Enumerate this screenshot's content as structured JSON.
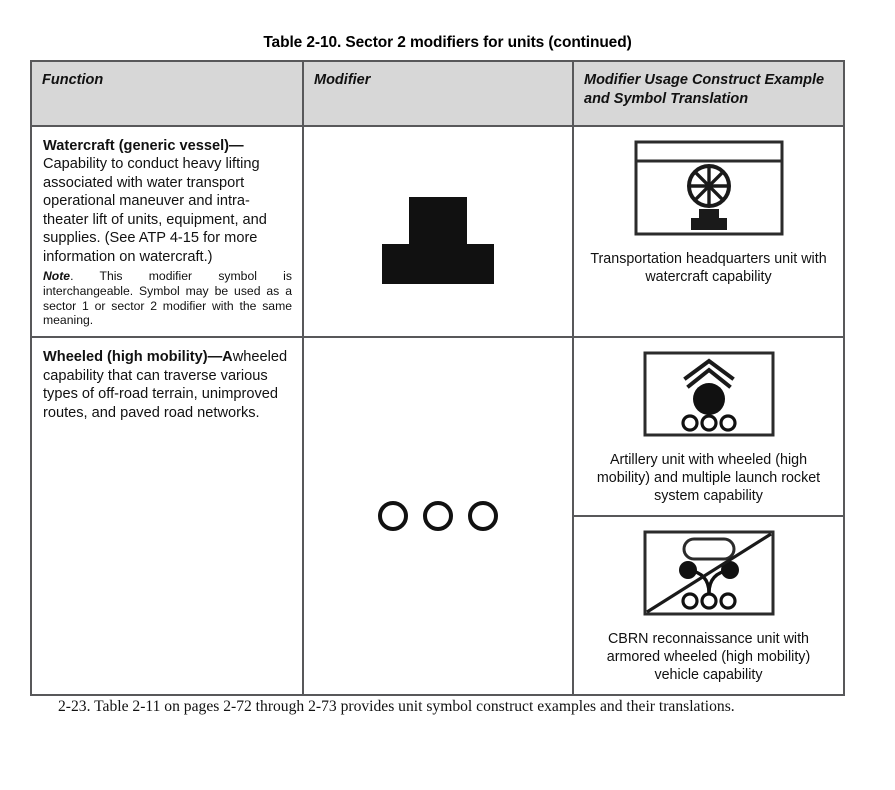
{
  "table": {
    "caption": "Table 2-10. Sector 2 modifiers for units (continued)",
    "headers": {
      "function": "Function",
      "modifier": "Modifier",
      "usage": "Modifier Usage Construct Example and Symbol Translation"
    },
    "rows": [
      {
        "function_title": "Watercraft (generic vessel)—",
        "function_body": "Capability to conduct heavy lifting associated with water transport operational maneuver and intra-theater lift of units,  equipment, and supplies. (See ATP 4-15 for more information on watercraft.)",
        "note_label": "Note",
        "note_body": ". This modifier symbol is interchangeable. Symbol may be used as a sector 1 or sector 2 modifier with the same meaning.",
        "modifier_icon": "watercraft-generic-vessel-glyph",
        "examples": [
          {
            "symbol": "transportation-headquarters-watercraft-symbol",
            "caption": "Transportation headquarters unit with watercraft capability"
          }
        ]
      },
      {
        "function_title": "Wheeled (high mobility)—A",
        "function_body": "wheeled capability that can traverse various types of off-road terrain, unimproved routes, and paved road networks.",
        "note_label": "",
        "note_body": "",
        "modifier_icon": "three-wheels-glyph",
        "examples": [
          {
            "symbol": "artillery-mlrs-wheeled-symbol",
            "caption": "Artillery unit with wheeled (high mobility) and multiple launch rocket system capability"
          },
          {
            "symbol": "cbrn-recon-armored-wheeled-symbol",
            "caption": "CBRN reconnaissance unit with armored wheeled (high mobility) vehicle capability"
          }
        ]
      }
    ]
  },
  "footer": {
    "paragraph": "2-23.  Table 2-11 on pages 2-72 through 2-73 provides unit symbol construct examples and their translations."
  },
  "colors": {
    "header_fill": "#d7d7d7",
    "border": "#58585a",
    "ink": "#111111",
    "page": "#ffffff"
  }
}
